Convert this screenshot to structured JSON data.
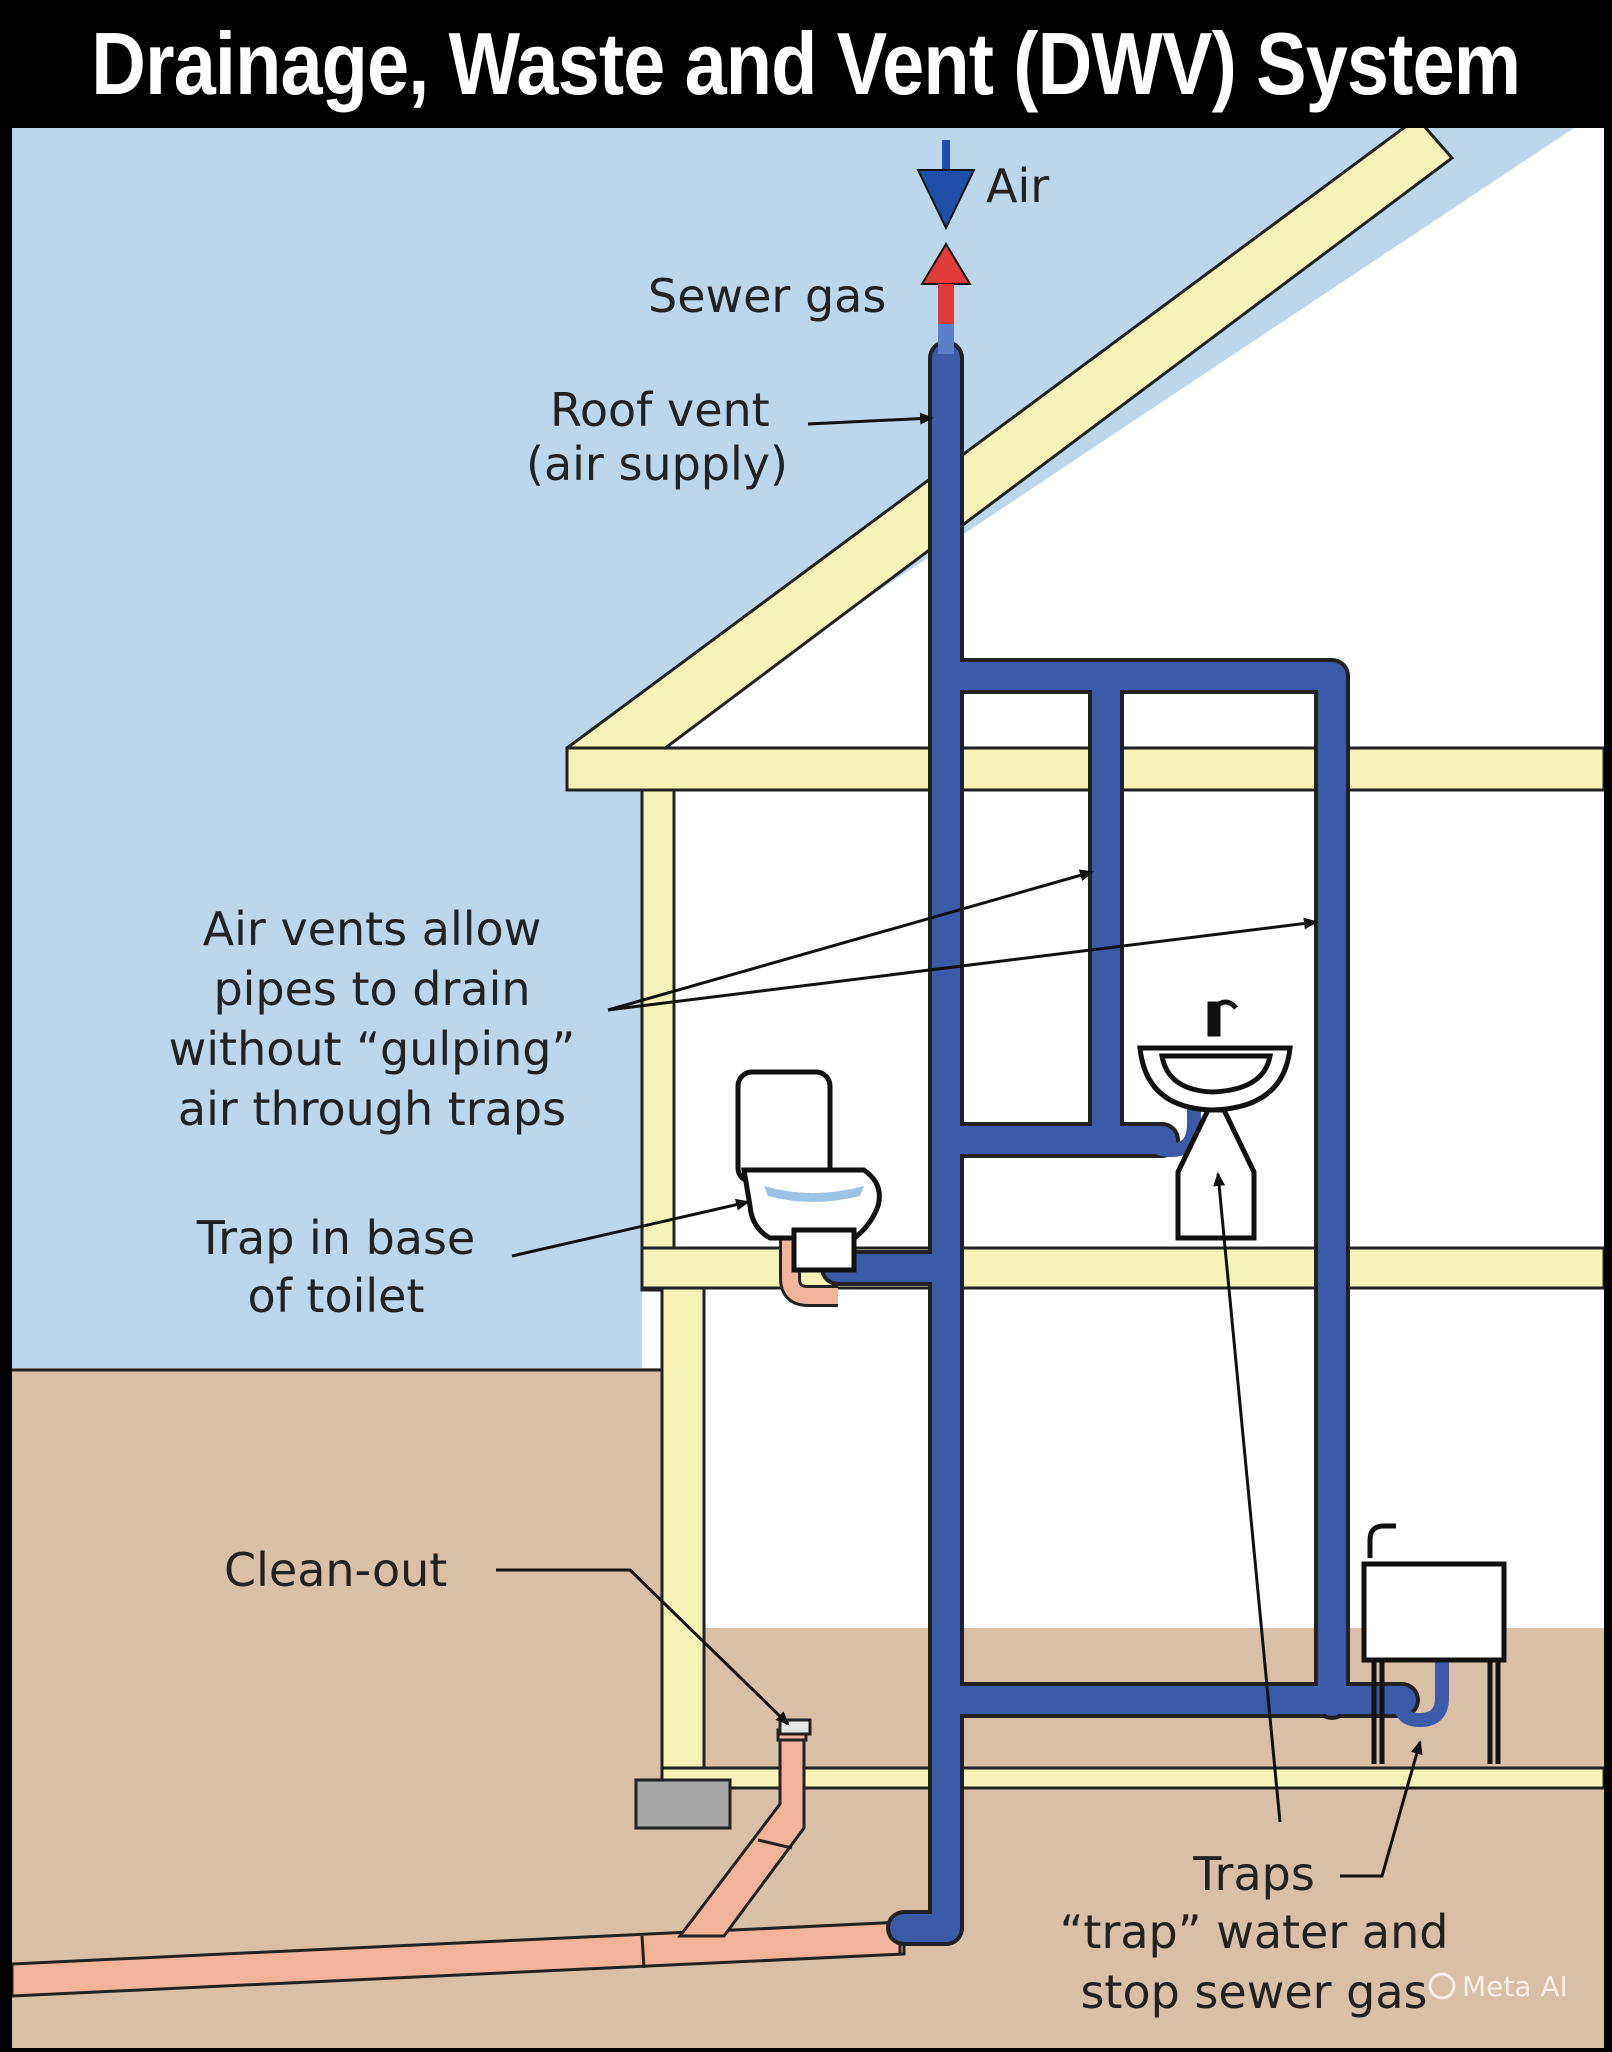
{
  "title": "Drainage, Waste and Vent (DWV) System",
  "labels": {
    "air": "Air",
    "sewer_gas": "Sewer gas",
    "roof_vent_line1": "Roof vent",
    "roof_vent_line2": "(air supply)",
    "air_vents_line1": "Air vents allow",
    "air_vents_line2": "pipes to drain",
    "air_vents_line3": "without “gulping”",
    "air_vents_line4": "air through traps",
    "toilet_trap_line1": "Trap in base",
    "toilet_trap_line2": "of toilet",
    "clean_out": "Clean-out",
    "traps_line1": "Traps",
    "traps_line2": "“trap” water and",
    "traps_line3": "stop sewer gas"
  },
  "watermark": "Meta AI",
  "colors": {
    "sky": "#bcd6ec",
    "ground": "#d9bfa6",
    "house_interior": "#ffffff",
    "framing": "#f7f2b8",
    "pipe_dwv": "#3b5aa8",
    "pipe_sewer": "#f1b39a",
    "air_arrow": "#1f4fa8",
    "sewer_gas_arrow": "#e03a3a",
    "water": "#9ec1e6"
  },
  "icons": [
    "toilet-icon",
    "pedestal-sink-icon",
    "utility-sink-icon",
    "down-arrow-icon",
    "up-arrow-icon"
  ]
}
